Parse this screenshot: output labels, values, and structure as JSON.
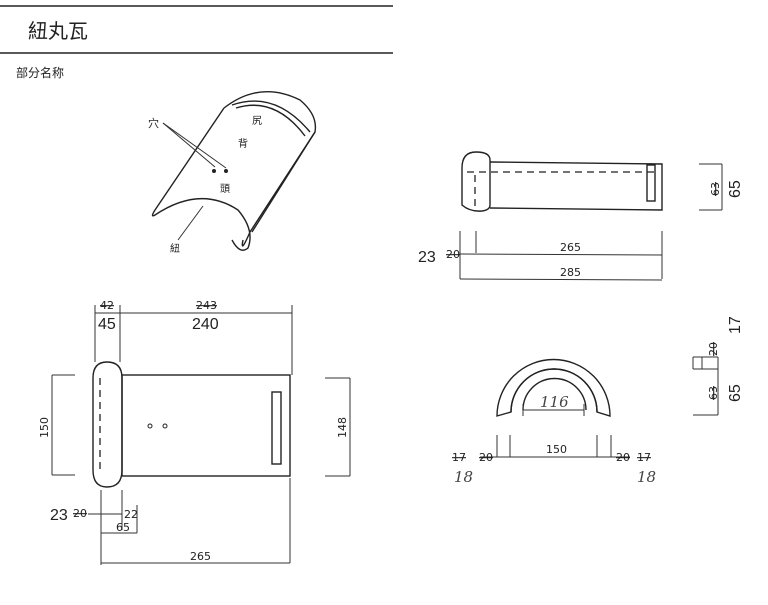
{
  "title": "紐丸瓦",
  "section_label": "部分名称",
  "parts": {
    "hole": "穴",
    "tail": "尻",
    "back": "背",
    "head": "頭",
    "ridge": "紐"
  },
  "plan_view": {
    "top_dims_old": [
      "42",
      "243"
    ],
    "top_dims": [
      "45",
      "240"
    ],
    "left_height": "150",
    "right_height": "148",
    "bottom_left": "23",
    "bottom_left_old": "20",
    "bottom_22": "22",
    "bottom_65": "65",
    "bottom_265": "265"
  },
  "side_view": {
    "left": "23",
    "left_old": "20",
    "length_inner": "265",
    "length_total": "285",
    "height_old": "63",
    "height": "65"
  },
  "front_view": {
    "inner_width": "116",
    "width": "150",
    "side_old": "20",
    "side_old2": "17",
    "side": "18",
    "right_top": "17",
    "right_top_old": "20",
    "right_height_old": "63",
    "right_height": "65"
  }
}
